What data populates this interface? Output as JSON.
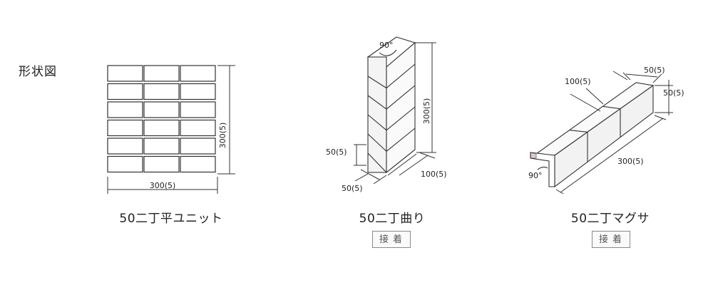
{
  "section_title": "形状図",
  "items": [
    {
      "caption": "50二丁平ユニット",
      "dims": {
        "height": "300(5)",
        "width": "300(5)"
      }
    },
    {
      "caption": "50二丁曲り",
      "badge": "接着",
      "dims": {
        "angle": "90°",
        "height": "300(5)",
        "unit": "50(5)",
        "bottom": "50(5)",
        "depth": "100(5)"
      }
    },
    {
      "caption": "50二丁マグサ",
      "badge": "接着",
      "dims": {
        "top_w": "50(5)",
        "top_h": "50(5)",
        "face": "100(5)",
        "length": "300(5)",
        "angle": "90°"
      }
    }
  ]
}
